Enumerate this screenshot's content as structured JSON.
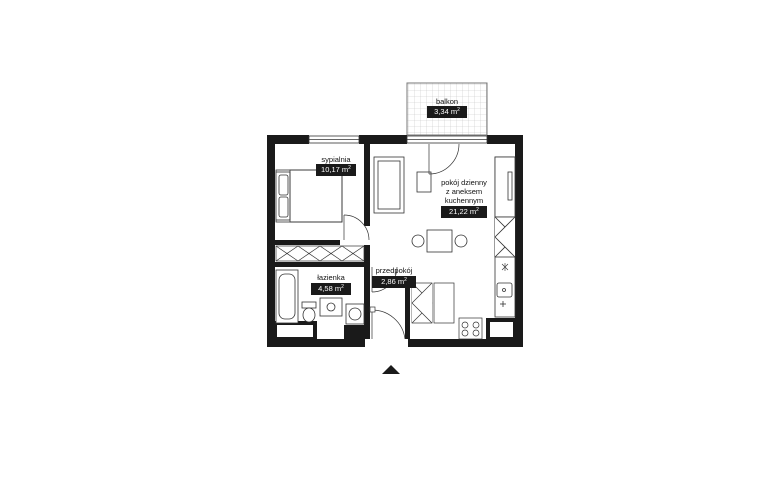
{
  "colors": {
    "wall": "#1a1a1a",
    "line": "#333333",
    "badge_bg": "#1a1a1a",
    "badge_text": "#ffffff",
    "balcony_grid": "#bdbdbd"
  },
  "rooms": {
    "balkon": {
      "name": "balkon",
      "area_value": "3,34 m",
      "area_sup": "2"
    },
    "sypialnia": {
      "name": "sypialnia",
      "area_value": "10,17 m",
      "area_sup": "2"
    },
    "pokoj": {
      "name_line1": "pokój dzienny",
      "name_line2": "z aneksem",
      "name_line3": "kuchennym",
      "area_value": "21,22 m",
      "area_sup": "2"
    },
    "lazienka": {
      "name": "łazienka",
      "area_value": "4,58 m",
      "area_sup": "2"
    },
    "przedpokoj": {
      "name": "przedpokój",
      "area_value": "2,86 m",
      "area_sup": "2"
    }
  },
  "icons": {
    "north_arrow": "north-arrow-icon"
  }
}
